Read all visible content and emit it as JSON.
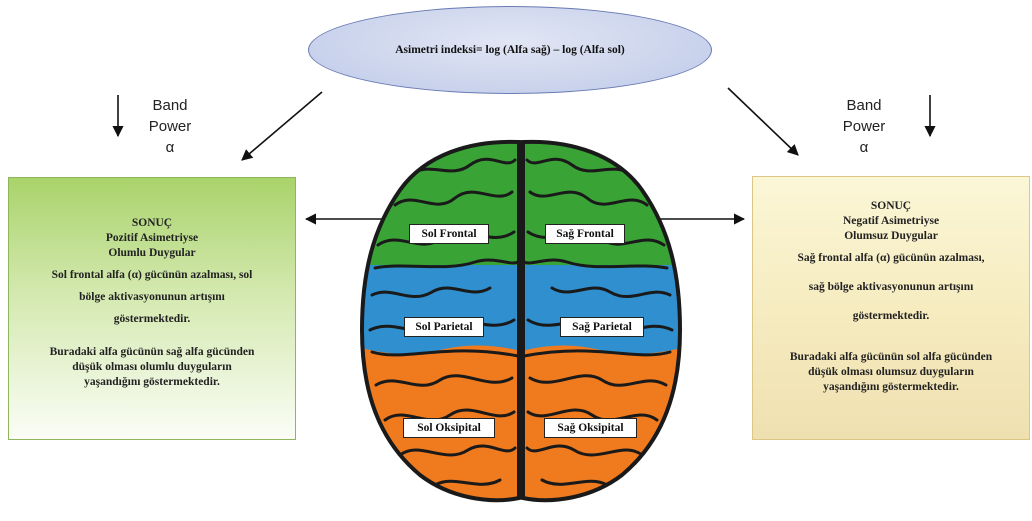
{
  "formula": "Asimetri indeksi= log (Alfa sağ) – log (Alfa sol)",
  "band_left": {
    "line1": "Band",
    "line2": "Power",
    "line3": "α"
  },
  "band_right": {
    "line1": "Band",
    "line2": "Power",
    "line3": "α"
  },
  "lobes": {
    "sol_frontal": "Sol Frontal",
    "sag_frontal": "Sağ Frontal",
    "sol_parietal": "Sol Parietal",
    "sag_parietal": "Sağ Parietal",
    "sol_oksipital": "Sol Oksipital",
    "sag_oksipital": "Sağ Oksipital"
  },
  "left_box": {
    "title1": "SONUÇ",
    "title2": "Pozitif Asimetriyse",
    "title3": "Olumlu Duygular",
    "para1_l1": "Sol frontal alfa (α) gücünün azalması, sol",
    "para1_l2": "bölge aktivasyonunun artışını",
    "para1_l3": "göstermektedir.",
    "para2_l1": "Buradaki alfa gücünün sağ alfa gücünden",
    "para2_l2": "düşük olması olumlu duyguların",
    "para2_l3": "yaşandığını göstermektedir."
  },
  "right_box": {
    "title1": "SONUÇ",
    "title2": "Negatif Asimetriyse",
    "title3": "Olumsuz Duygular",
    "para1_l1": "Sağ frontal alfa (α) gücünün azalması,",
    "para1_l2": "sağ bölge aktivasyonunun artışını",
    "para1_l3": "göstermektedir.",
    "para2_l1": "Buradaki alfa gücünün sol alfa gücünden",
    "para2_l2": "düşük olması olumsuz duyguların",
    "para2_l3": "yaşandığını göstermektedir."
  },
  "colors": {
    "frontal": "#3aa336",
    "parietal": "#2f8fcf",
    "oksipital": "#f07a1e",
    "outline": "#1a1a1a"
  }
}
